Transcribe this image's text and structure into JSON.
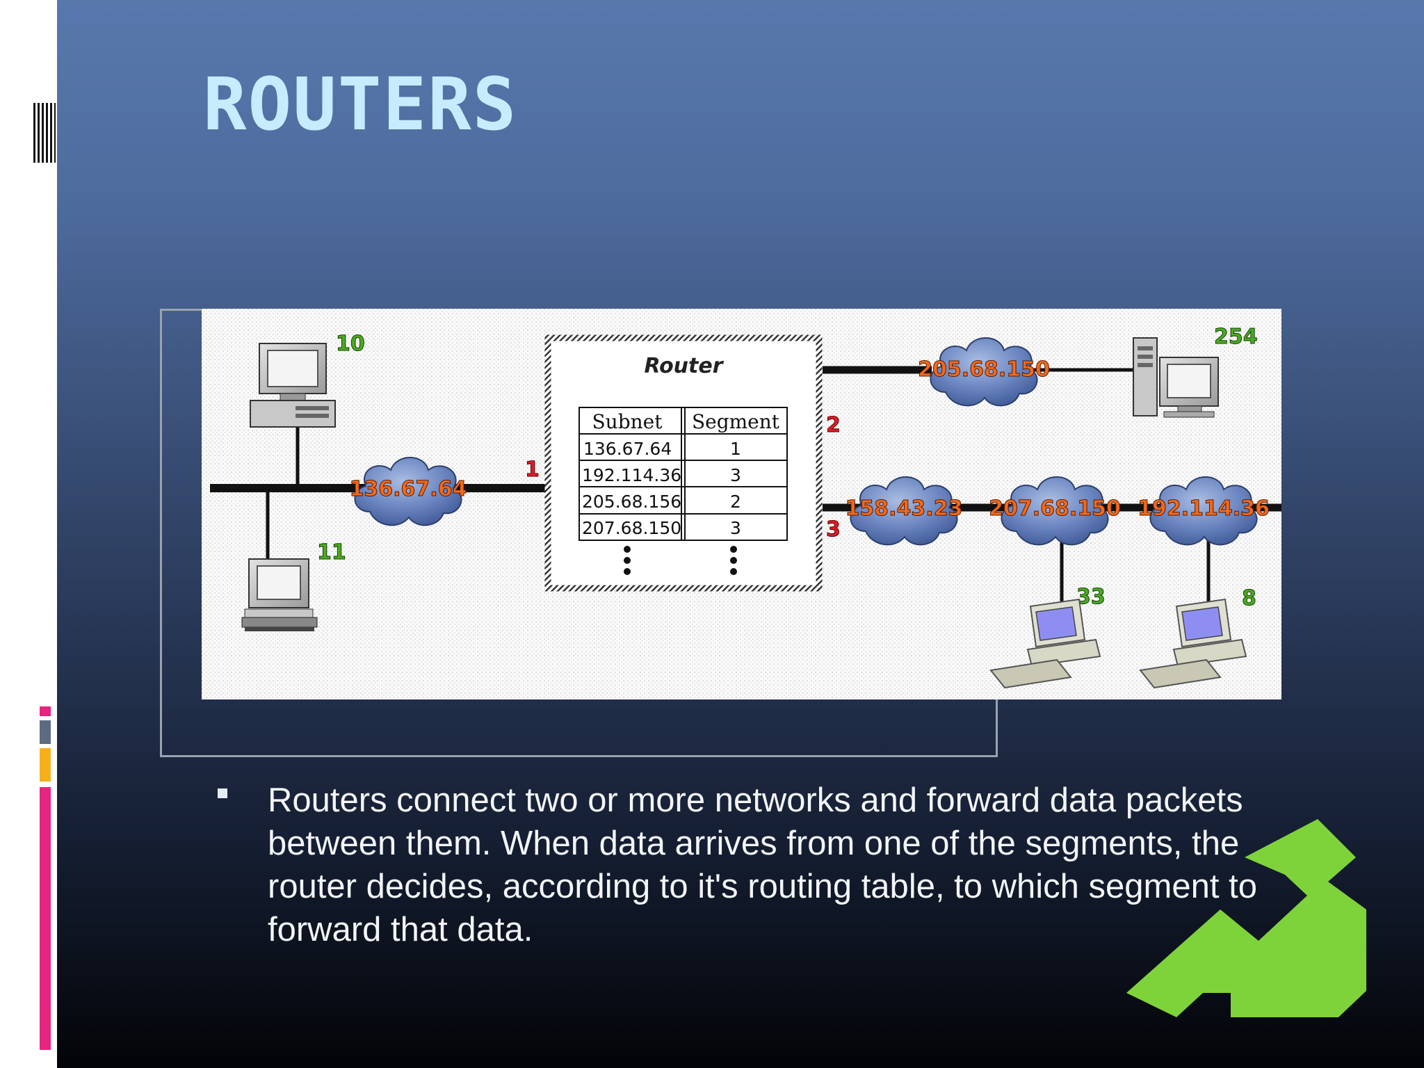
{
  "slide": {
    "title": "ROUTERS",
    "body": "Routers connect two or more networks and forward data packets between them.  When data arrives from one of the segments, the router decides, according to it's routing table, to which segment to forward that data."
  },
  "colors": {
    "title": "#c7ecff",
    "bg_top": "#5878ad",
    "bg_bottom": "#030407",
    "accent_pink": "#e6257e",
    "accent_yellow": "#f5b01b",
    "accent_gray": "#5c6b80",
    "deco_green": "#7fd33a",
    "cloud_label": "#f26a1b",
    "host_label": "#4caa22",
    "port_label": "#e01b24"
  },
  "diagram": {
    "router_label": "Router",
    "table": {
      "headers": [
        "Subnet",
        "Segment"
      ],
      "rows": [
        [
          "136.67.64",
          "1"
        ],
        [
          "192.114.36",
          "3"
        ],
        [
          "205.68.156",
          "2"
        ],
        [
          "207.68.150",
          "3"
        ]
      ]
    },
    "clouds": [
      "136.67.64",
      "205.68.150",
      "158.43.23",
      "207.68.150",
      "192.114.36"
    ],
    "ports": [
      "1",
      "2",
      "3"
    ],
    "hosts": [
      "10",
      "11",
      "254",
      "33",
      "8"
    ],
    "icons": [
      "desktop-computer-icon",
      "laptop-computer-icon",
      "tower-computer-icon",
      "workstation-computer-icon",
      "cloud-icon"
    ]
  }
}
